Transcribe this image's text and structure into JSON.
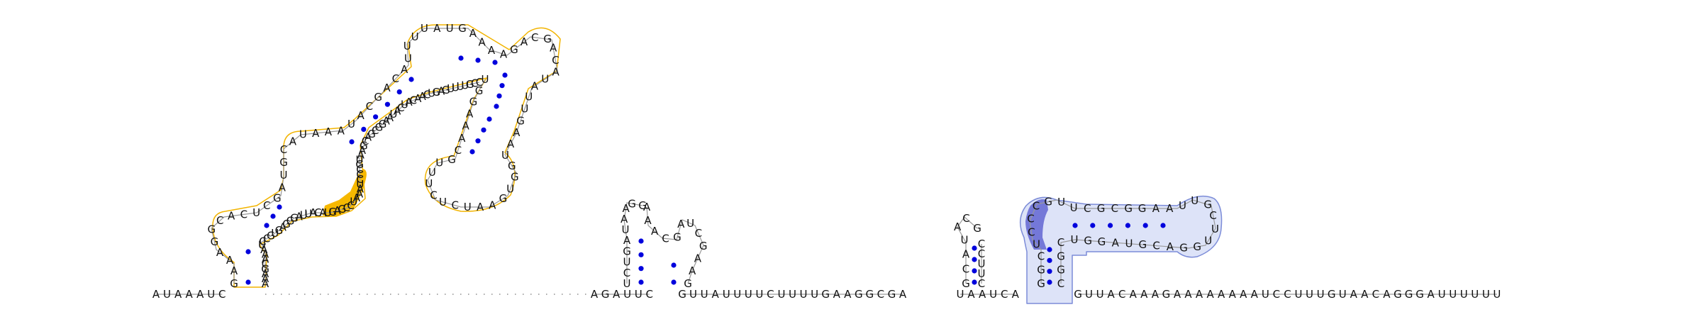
{
  "sequence": {
    "five_prime": "AUAAAUC",
    "mid_a": "AGAUUC",
    "mid_b": "GUUAUUUUCUUUUGAAGGCGA",
    "mid_c": "UAAUCA",
    "three_prime": "GUUACAAAGAAAAAAAAUCCUUUGUAACAGGGAUUUUUU"
  },
  "structure": {
    "orange": [
      "GAAAGGCACUCGAUGCAUAAAUACGACAUUUUAUGAAAAGACGACAUAUUGAAUGGUGAAUCUCUUUGCAAAGGU",
      "CCGUUUUGAGUCAACAUCAUAAGGCGACGAAUGCCCUAAAUCCGAGUACAUUAGGGAGUGCCUAAACGAAA"
    ],
    "hairpin_a": [
      "UCUGAUAAGG",
      "AAACGAUCGAAG"
    ],
    "hairpin_b": [
      "GCAUACG",
      "CCUUC"
    ],
    "blue": "GGCUCCCGUUCGCGGAAUUGCUUGGACGUAGGUCGGC"
  },
  "colors": {
    "orange_fill": "#ffffff",
    "orange_outline": "#f2b400",
    "orange_highlight": "#f6b800",
    "blue_fill": "#dde3f8",
    "blue_outline": "#7c8cd8",
    "blue_highlight": "#7478d8",
    "basepair": "#0000dd"
  }
}
